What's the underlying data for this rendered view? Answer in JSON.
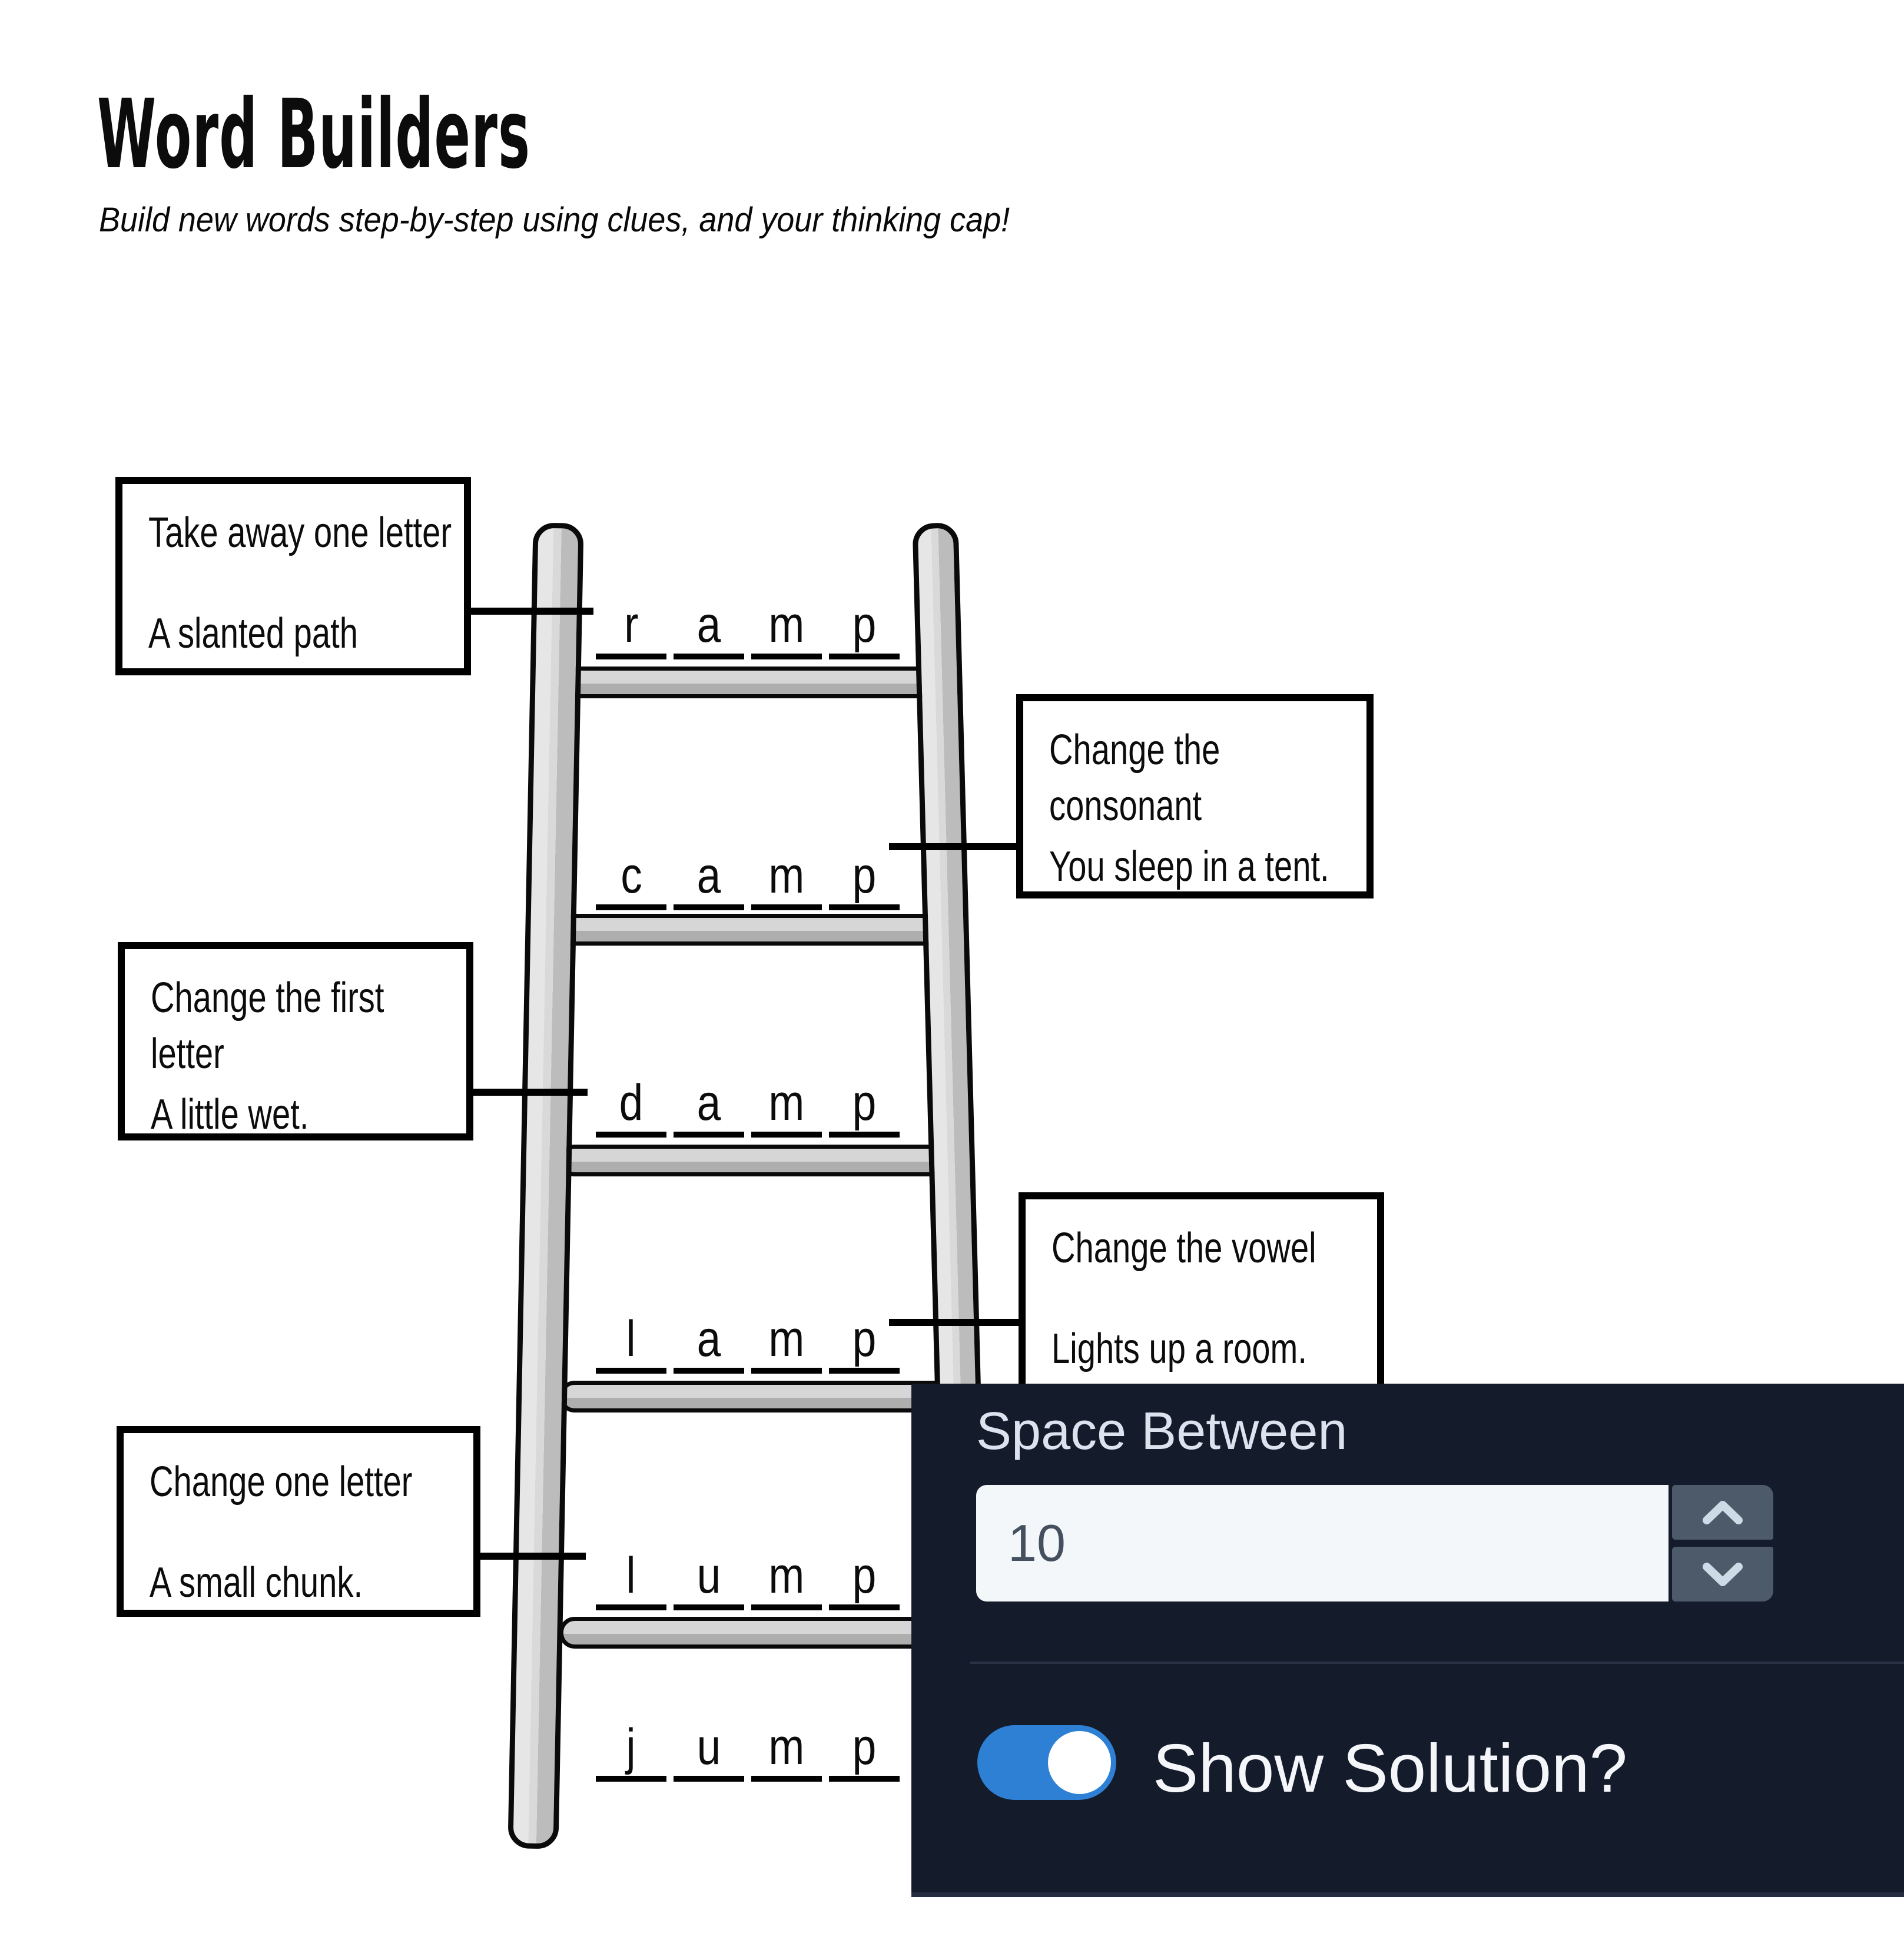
{
  "header": {
    "title": "Word Builders",
    "subtitle": "Build new words step-by-step using clues, and your thinking cap!"
  },
  "ladder": {
    "words": [
      [
        "r",
        "a",
        "m",
        "p"
      ],
      [
        "c",
        "a",
        "m",
        "p"
      ],
      [
        "d",
        "a",
        "m",
        "p"
      ],
      [
        "l",
        "a",
        "m",
        "p"
      ],
      [
        "l",
        "u",
        "m",
        "p"
      ],
      [
        "j",
        "u",
        "m",
        "p"
      ]
    ]
  },
  "clues": [
    {
      "action": "Take away one letter",
      "hint": "A slanted path",
      "side": "left"
    },
    {
      "action": "Change the consonant",
      "hint": "You sleep in a tent.",
      "side": "right"
    },
    {
      "action": "Change the first letter",
      "hint": "A little wet.",
      "side": "left"
    },
    {
      "action": "Change the vowel",
      "hint": "Lights up a room.",
      "side": "right"
    },
    {
      "action": "Change one letter",
      "hint": "A small chunk.",
      "side": "left"
    }
  ],
  "panel": {
    "space_between_label": "Space Between",
    "space_between_value": "10",
    "show_solution_label": "Show Solution?",
    "toggle_on": true,
    "icons": [
      "chevron-up-icon",
      "chevron-down-icon"
    ],
    "colors": {
      "panel_bg": "#141b2b",
      "input_bg": "#f4f7fa",
      "input_text": "#45505f",
      "spinner_bg": "#4c5a6a",
      "chevron": "#cddbe6",
      "divider": "#2a3246",
      "toggle_accent": "#2e80d4",
      "label_text": "#dde3ee"
    }
  }
}
